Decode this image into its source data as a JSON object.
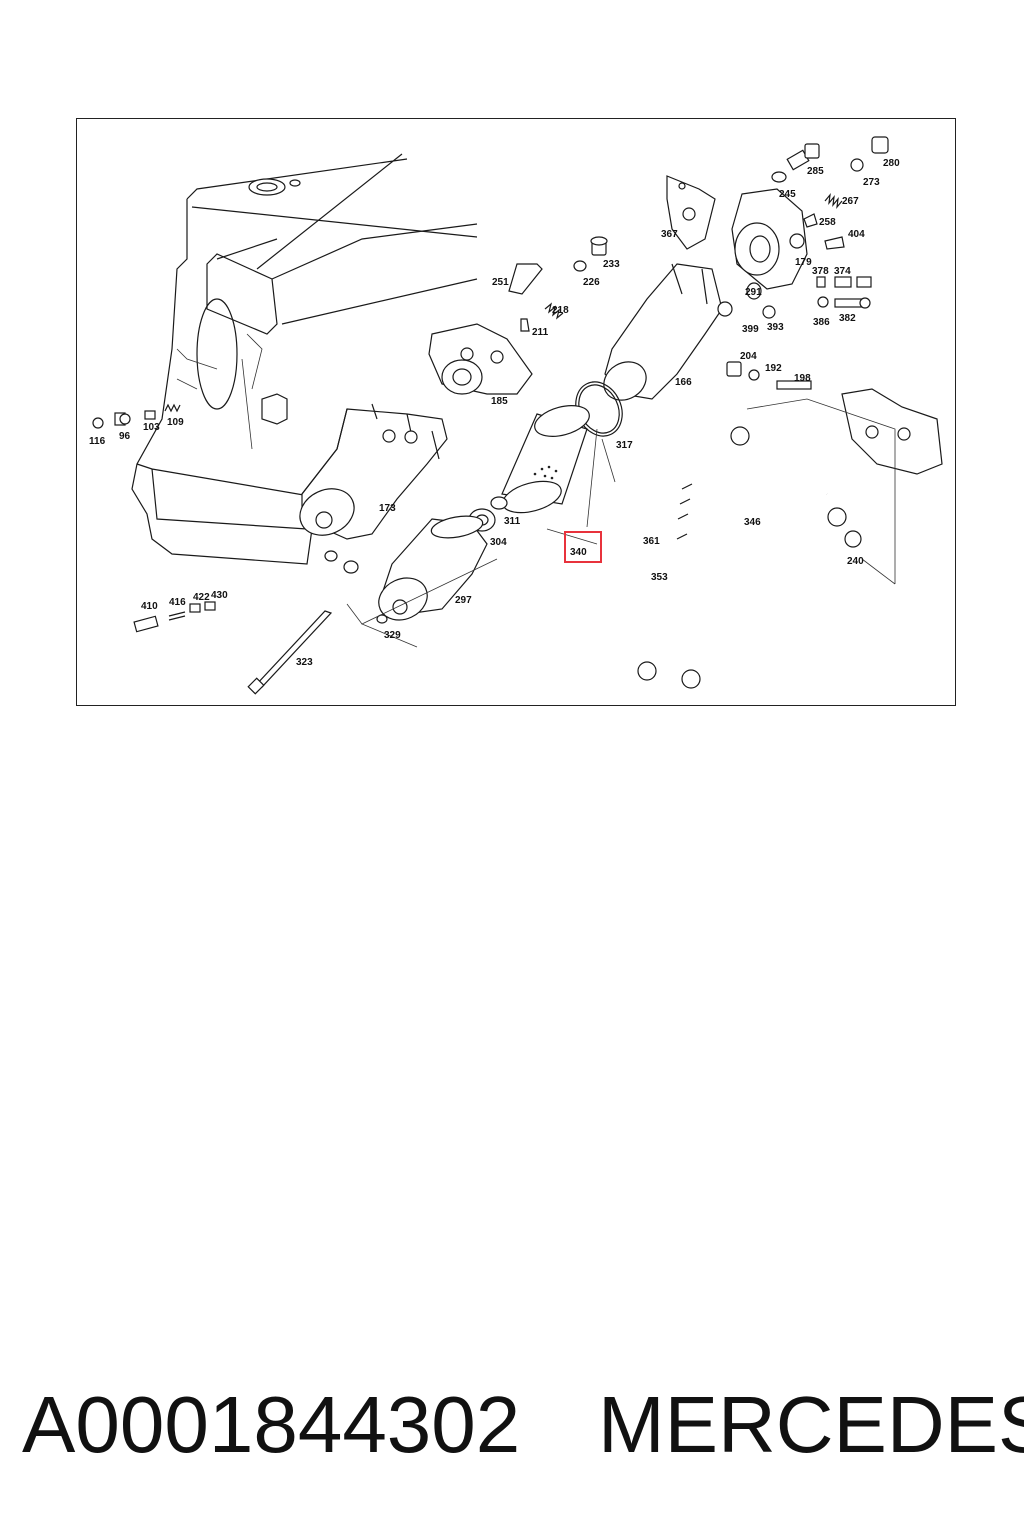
{
  "diagram": {
    "callouts": [
      {
        "id": "c116",
        "label": "116"
      },
      {
        "id": "c96",
        "label": "96"
      },
      {
        "id": "c103",
        "label": "103"
      },
      {
        "id": "c109",
        "label": "109"
      },
      {
        "id": "c173",
        "label": "173"
      },
      {
        "id": "c185",
        "label": "185"
      },
      {
        "id": "c251",
        "label": "251"
      },
      {
        "id": "c218",
        "label": "218"
      },
      {
        "id": "c211",
        "label": "211"
      },
      {
        "id": "c226",
        "label": "226"
      },
      {
        "id": "c233",
        "label": "233"
      },
      {
        "id": "c367",
        "label": "367"
      },
      {
        "id": "c245",
        "label": "245"
      },
      {
        "id": "c285",
        "label": "285"
      },
      {
        "id": "c280",
        "label": "280"
      },
      {
        "id": "c273",
        "label": "273"
      },
      {
        "id": "c267",
        "label": "267"
      },
      {
        "id": "c258",
        "label": "258"
      },
      {
        "id": "c404",
        "label": "404"
      },
      {
        "id": "c179",
        "label": "179"
      },
      {
        "id": "c378",
        "label": "378"
      },
      {
        "id": "c374",
        "label": "374"
      },
      {
        "id": "c291",
        "label": "291"
      },
      {
        "id": "c399",
        "label": "399"
      },
      {
        "id": "c393",
        "label": "393"
      },
      {
        "id": "c386",
        "label": "386"
      },
      {
        "id": "c382",
        "label": "382"
      },
      {
        "id": "c166",
        "label": "166"
      },
      {
        "id": "c204",
        "label": "204"
      },
      {
        "id": "c192",
        "label": "192"
      },
      {
        "id": "c198",
        "label": "198"
      },
      {
        "id": "c317",
        "label": "317"
      },
      {
        "id": "c311",
        "label": "311"
      },
      {
        "id": "c304",
        "label": "304"
      },
      {
        "id": "c340",
        "label": "340"
      },
      {
        "id": "c297",
        "label": "297"
      },
      {
        "id": "c329",
        "label": "329"
      },
      {
        "id": "c323",
        "label": "323"
      },
      {
        "id": "c410",
        "label": "410"
      },
      {
        "id": "c416",
        "label": "416"
      },
      {
        "id": "c422",
        "label": "422"
      },
      {
        "id": "c430",
        "label": "430"
      },
      {
        "id": "c361",
        "label": "361"
      },
      {
        "id": "c353",
        "label": "353"
      },
      {
        "id": "c346",
        "label": "346"
      },
      {
        "id": "c240",
        "label": "240"
      }
    ],
    "highlighted_callout": "340",
    "highlight_color": "#e8323c"
  },
  "footer": {
    "part_number": "A0001844302",
    "brand": "MERCEDES"
  }
}
